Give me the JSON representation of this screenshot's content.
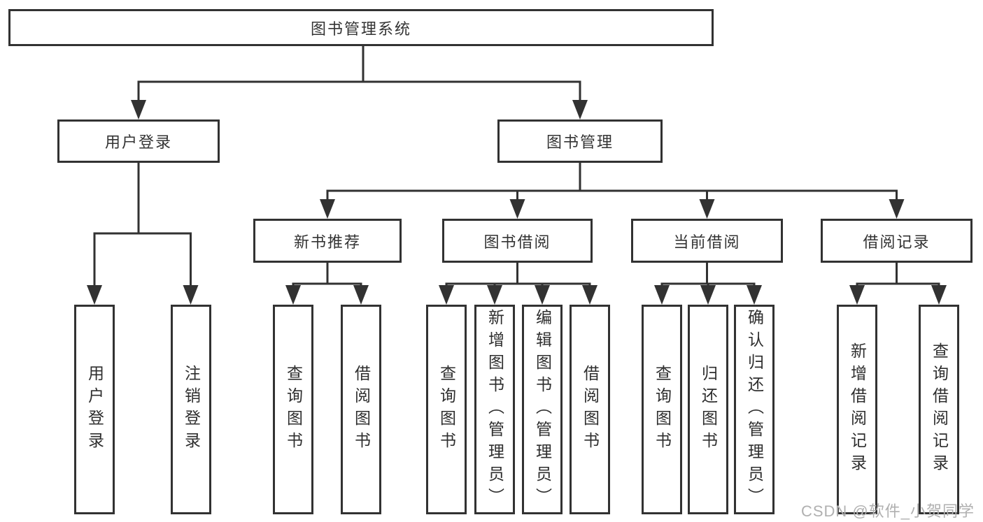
{
  "colors": {
    "line": "#323232",
    "border": "#323232",
    "text": "#333333",
    "background": "#ffffff",
    "watermark": "#b0b0b0"
  },
  "watermark": {
    "text": "CSDN @软件_小贺同学"
  },
  "tree": {
    "root": {
      "label": "图书管理系统"
    },
    "branches": [
      {
        "label": "用户登录",
        "children": [
          {
            "label": "用户登录"
          },
          {
            "label": "注销登录"
          }
        ]
      },
      {
        "label": "图书管理",
        "children": [
          {
            "label": "新书推荐",
            "children": [
              {
                "label": "查询图书"
              },
              {
                "label": "借阅图书"
              }
            ]
          },
          {
            "label": "图书借阅",
            "children": [
              {
                "label": "查询图书"
              },
              {
                "label": "新增图书（管理员）"
              },
              {
                "label": "编辑图书（管理员）"
              },
              {
                "label": "借阅图书"
              }
            ]
          },
          {
            "label": "当前借阅",
            "children": [
              {
                "label": "查询图书"
              },
              {
                "label": "归还图书"
              },
              {
                "label": "确认归还（管理员）"
              }
            ]
          },
          {
            "label": "借阅记录",
            "children": [
              {
                "label": "新增借阅记录"
              },
              {
                "label": "查询借阅记录"
              }
            ]
          }
        ]
      }
    ]
  }
}
